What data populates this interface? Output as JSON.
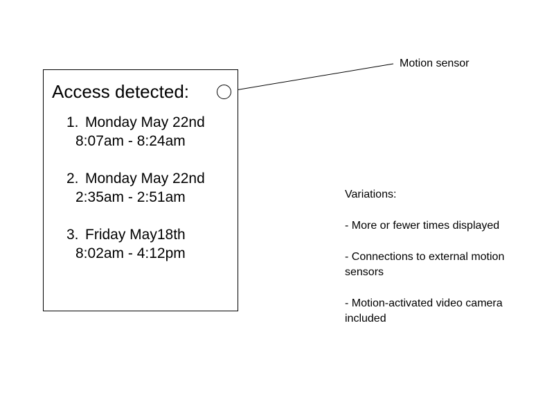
{
  "colors": {
    "background": "#ffffff",
    "ink": "#000000"
  },
  "panel": {
    "title": "Access detected:",
    "entries": [
      {
        "number": "1.",
        "date": "Monday May 22nd",
        "time": "8:07am - 8:24am"
      },
      {
        "number": "2.",
        "date": "Monday May 22nd",
        "time": "2:35am - 2:51am"
      },
      {
        "number": "3.",
        "date": "Friday May18th",
        "time": "8:02am - 4:12pm"
      }
    ]
  },
  "annotation": {
    "label": "Motion sensor"
  },
  "variations": {
    "heading": "Variations:",
    "items": [
      {
        "lines": [
          "- More or fewer times displayed",
          ""
        ]
      },
      {
        "lines": [
          "- Connections to external motion",
          "sensors"
        ]
      },
      {
        "lines": [
          "- Motion-activated video camera",
          "included"
        ]
      }
    ]
  }
}
